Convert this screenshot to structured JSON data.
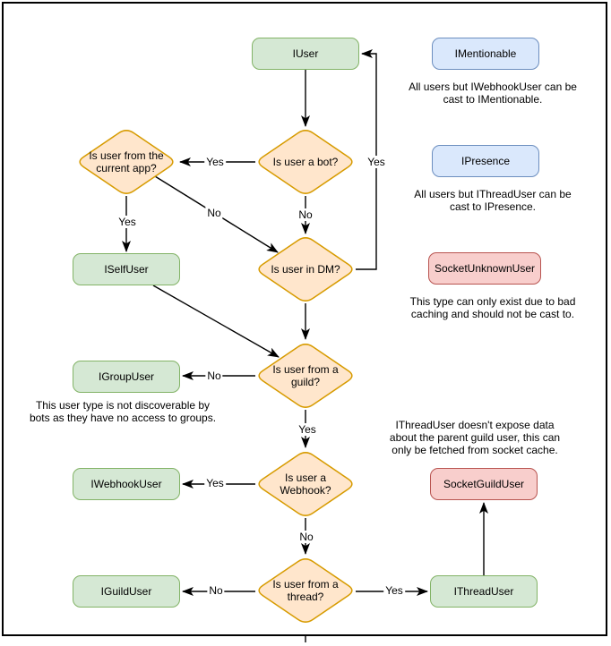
{
  "colors": {
    "interface_fill": "#d5e8d4",
    "interface_stroke": "#82b366",
    "decision_fill": "#ffe6cc",
    "decision_stroke": "#d79b00",
    "castable_fill": "#dae8fc",
    "castable_stroke": "#6c8ebf",
    "warning_fill": "#f8cecc",
    "warning_stroke": "#b85450",
    "edge_color": "#000000",
    "border_color": "#000000"
  },
  "nodes": {
    "iuser": "IUser",
    "imentionable": "IMentionable",
    "ipresence": "IPresence",
    "socket_unknown_user": "SocketUnknownUser",
    "iself_user": "ISelfUser",
    "igroup_user": "IGroupUser",
    "iwebhook_user": "IWebhookUser",
    "iguild_user": "IGuildUser",
    "socket_guild_user": "SocketGuildUser",
    "ithread_user": "IThreadUser"
  },
  "decisions": {
    "is_bot": "Is user a bot?",
    "is_current_app": "Is user from the current app?",
    "is_dm": "Is user in DM?",
    "is_guild": "Is user from a guild?",
    "is_webhook": "Is user a Webhook?",
    "is_thread": "Is user from a thread?"
  },
  "edge_labels": {
    "bot_to_current_app": "Yes",
    "bot_to_dm": "No",
    "current_app_to_self": "Yes",
    "current_app_to_dm": "No",
    "dm_to_iuser": "Yes",
    "guild_to_group": "No",
    "guild_to_webhook": "Yes",
    "webhook_to_webhookuser": "Yes",
    "webhook_to_thread": "No",
    "thread_to_guilduser": "No",
    "thread_to_threaduser": "Yes"
  },
  "annotations": {
    "imentionable_note": "All users but IWebhookUser can be cast to IMentionable.",
    "ipresence_note": "All users but IThreadUser can be cast to IPresence.",
    "socket_unknown_note": "This type can only exist due to bad caching and should not be cast to.",
    "igroup_note": "This user type is not discoverable by bots as they have no access to groups.",
    "thread_note": "IThreadUser doesn't expose data about the parent guild user, this can only be fetched from socket cache."
  }
}
